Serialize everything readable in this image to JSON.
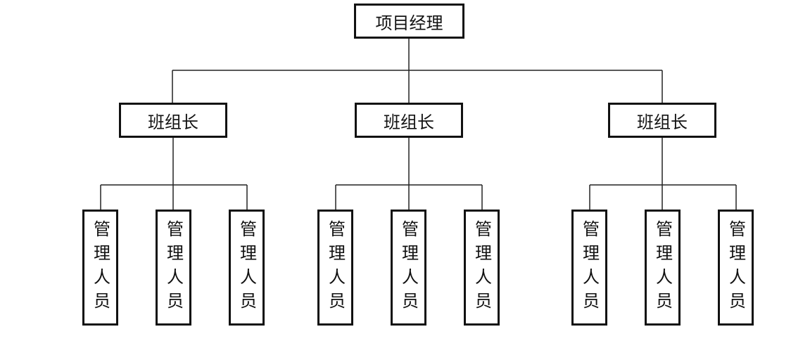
{
  "root": {
    "label": "项目经理"
  },
  "groups": [
    {
      "leader": "班组长",
      "members": [
        "管理人员",
        "管理人员",
        "管理人员"
      ]
    },
    {
      "leader": "班组长",
      "members": [
        "管理人员",
        "管理人员",
        "管理人员"
      ]
    },
    {
      "leader": "班组长",
      "members": [
        "管理人员",
        "管理人员",
        "管理人员"
      ]
    }
  ]
}
